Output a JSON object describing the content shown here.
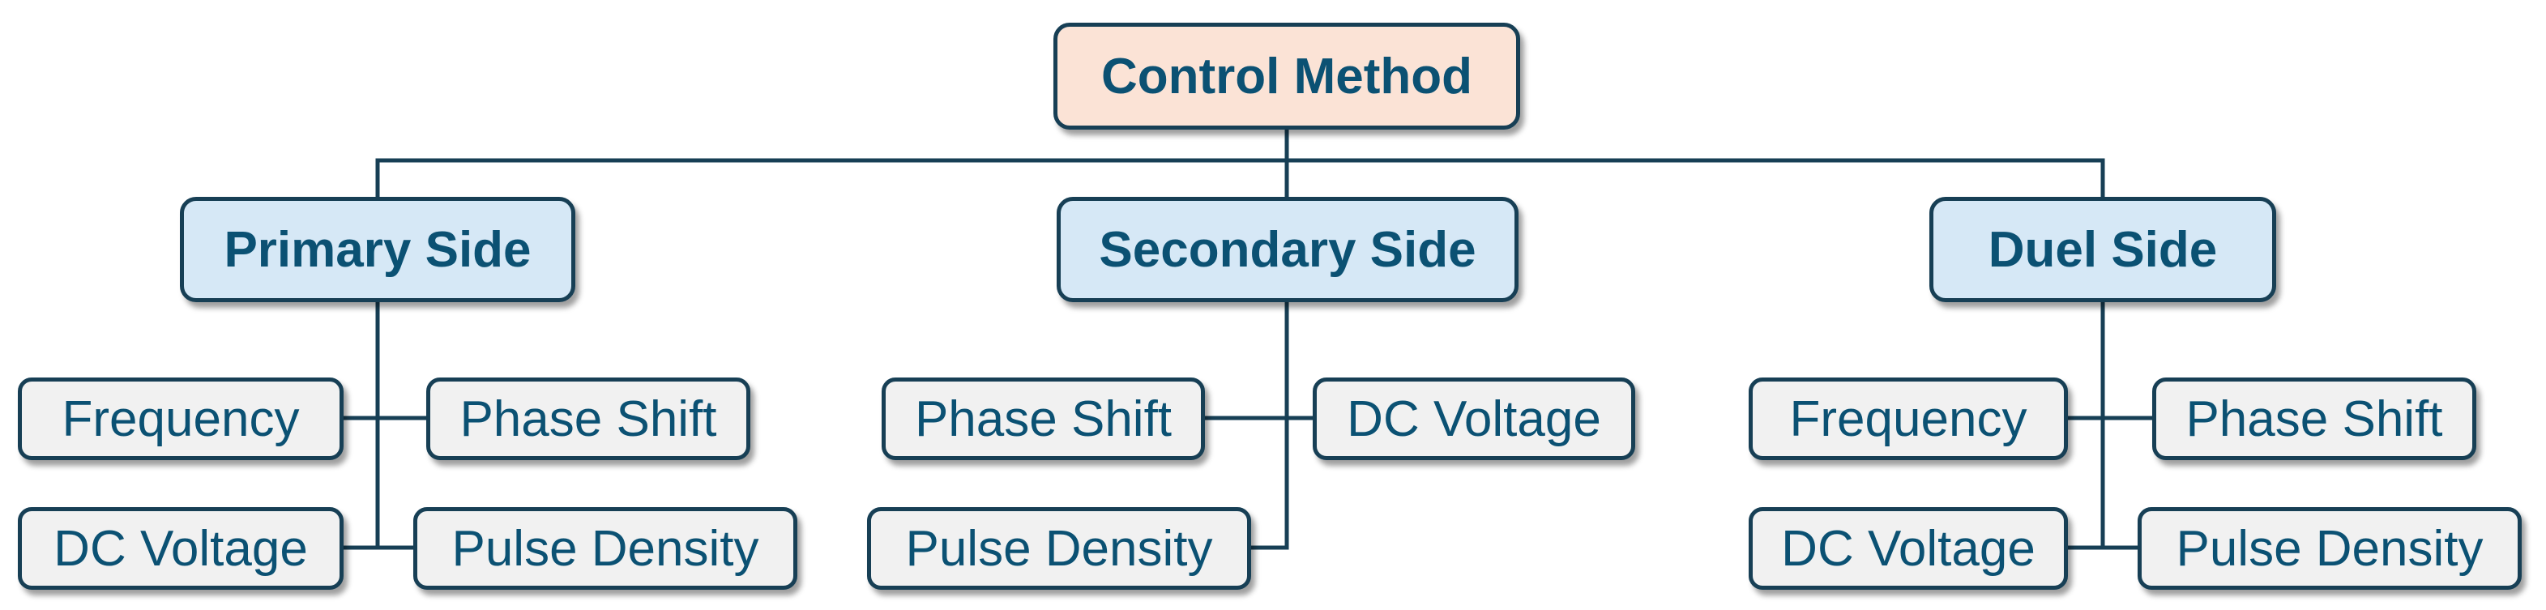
{
  "diagram": {
    "root": {
      "label": "Control Method"
    },
    "sides": [
      {
        "label": "Primary Side",
        "methods": [
          "Frequency",
          "Phase Shift",
          "DC Voltage",
          "Pulse Density"
        ]
      },
      {
        "label": "Secondary Side",
        "methods": [
          "Phase Shift",
          "DC Voltage",
          "Pulse Density"
        ]
      },
      {
        "label": "Duel Side",
        "methods": [
          "Frequency",
          "Phase Shift",
          "DC Voltage",
          "Pulse Density"
        ]
      }
    ]
  },
  "colors": {
    "root_fill": "#fbe3d6",
    "side_fill": "#d6e8f6",
    "method_fill": "#f1f1f1",
    "text": "#0b5173",
    "connector": "#173f55"
  }
}
